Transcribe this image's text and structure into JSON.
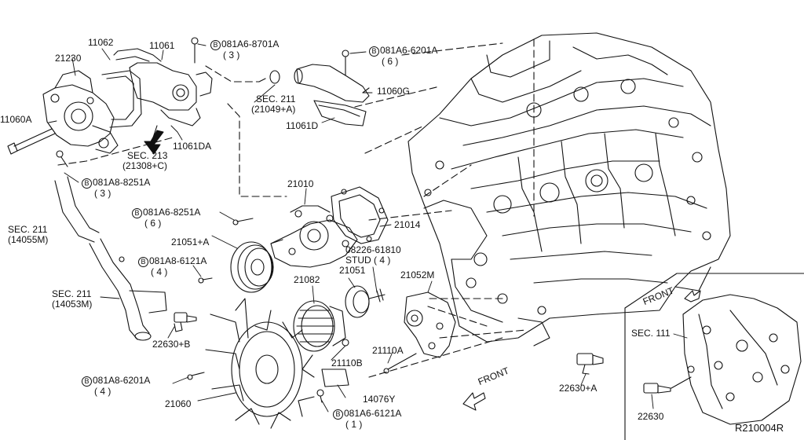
{
  "labels": {
    "p21230": "21230",
    "p11062": "11062",
    "p11061": "11061",
    "b8701a": "081A6-8701A",
    "b8701a_qty": "( 3 )",
    "b6201a_top": "081A6-6201A",
    "b6201a_top_qty": "( 6 )",
    "p11060a": "11060A",
    "sec211_a": "SEC. 211",
    "sec211_a_sub": "(21049+A)",
    "p11060g": "11060G",
    "p11061d": "11061D",
    "p11061da": "11061DA",
    "sec213": "SEC. 213",
    "sec213_sub": "(21308+C)",
    "b8251a_left": "081A8-8251A",
    "b8251a_left_qty": "( 3 )",
    "p21010": "21010",
    "b8251a_mid": "081A6-8251A",
    "b8251a_mid_qty": "( 6 )",
    "p21014": "21014",
    "sec211_b": "SEC. 211",
    "sec211_b_sub": "(14055M)",
    "p21051a": "21051+A",
    "p08226": "08226-61810",
    "p08226_sub": "STUD ( 4 )",
    "b6121a_left": "081A8-6121A",
    "b6121a_left_qty": "( 4 )",
    "p21082": "21082",
    "p21051": "21051",
    "p21052m": "21052M",
    "sec211_c": "SEC. 211",
    "sec211_c_sub": "(14053M)",
    "p22630b": "22630+B",
    "p21110a": "21110A",
    "p21110b": "21110B",
    "b6201a_bot": "081A8-6201A",
    "b6201a_bot_qty": "( 4 )",
    "p14076y": "14076Y",
    "b6121a_bot": "081A6-6121A",
    "b6121a_bot_qty": "( 1 )",
    "p21060": "21060",
    "front_main": "FRONT",
    "p22630a": "22630+A",
    "front_inset": "FRONT",
    "sec111": "SEC. 111",
    "p22630": "22630",
    "ref_code": "R210004R",
    "bolt_mark": "B"
  },
  "colors": {
    "line": "#111111",
    "background": "#ffffff"
  }
}
